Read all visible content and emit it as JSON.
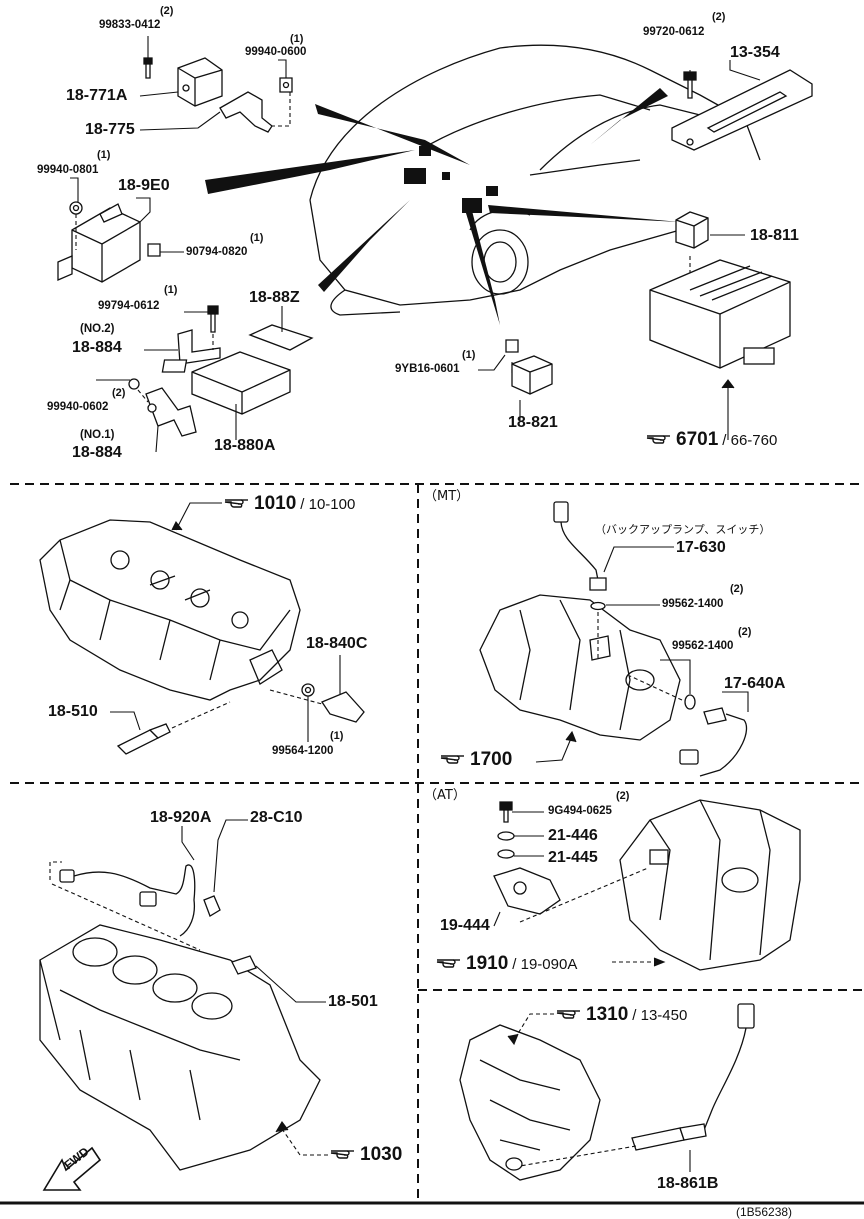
{
  "sections": {
    "mt": "（MT）",
    "at": "（AT）"
  },
  "top": {
    "bolt_99833_0412": "99833-0412",
    "bolt_99833_0412_qty": "(2)",
    "nut_99940_0600": "99940-0600",
    "nut_99940_0600_qty": "(1)",
    "bolt_99720_0612": "99720-0612",
    "bolt_99720_0612_qty": "(2)",
    "part_13_354": "13-354",
    "part_18_771A": "18-771A",
    "part_18_775": "18-775",
    "nut_99940_0801": "99940-0801",
    "nut_99940_0801_qty": "(1)",
    "part_18_9E0": "18-9E0",
    "bolt_90794_0820": "90794-0820",
    "bolt_90794_0820_qty": "(1)",
    "part_18_811": "18-811",
    "part_18_88Z": "18-88Z",
    "bolt_99794_0612": "99794-0612",
    "bolt_99794_0612_qty": "(1)",
    "no2": "(NO.2)",
    "part_18_884_a": "18-884",
    "nut_9YB16_0601": "9YB16-0601",
    "nut_9YB16_0601_qty": "(1)",
    "nut_99940_0602": "99940-0602",
    "nut_99940_0602_qty": "(2)",
    "part_18_821": "18-821",
    "no1": "(NO.1)",
    "part_18_884_b": "18-884",
    "part_18_880A": "18-880A",
    "ref_6701": "6701",
    "ref_6701_sub": "/ 66-760"
  },
  "mid_left": {
    "ref_1010": "1010",
    "ref_1010_sub": "/ 10-100",
    "part_18_840C": "18-840C",
    "part_18_510": "18-510",
    "washer_99564_1200": "99564-1200",
    "washer_99564_1200_qty": "(1)"
  },
  "mid_right": {
    "note_jp": "（バックアップランプ、スイッチ）",
    "part_17_630": "17-630",
    "washer_99562_1400_a": "99562-1400",
    "washer_99562_1400_a_qty": "(2)",
    "washer_99562_1400_b": "99562-1400",
    "washer_99562_1400_b_qty": "(2)",
    "part_17_640A": "17-640A",
    "ref_1700": "1700"
  },
  "bottom_left": {
    "part_18_920A": "18-920A",
    "part_28_C10": "28-C10",
    "part_18_501": "18-501",
    "ref_1030": "1030",
    "fwd": "FWD"
  },
  "bottom_right": {
    "bolt_9G494_0625": "9G494-0625",
    "bolt_9G494_0625_qty": "(2)",
    "part_21_446": "21-446",
    "part_21_445": "21-445",
    "part_19_444": "19-444",
    "ref_1910": "1910",
    "ref_1910_sub": "/ 19-090A",
    "ref_1310": "1310",
    "ref_1310_sub": "/ 13-450",
    "part_18_861B": "18-861B"
  },
  "footer": {
    "page_code": "(1B56238)"
  }
}
